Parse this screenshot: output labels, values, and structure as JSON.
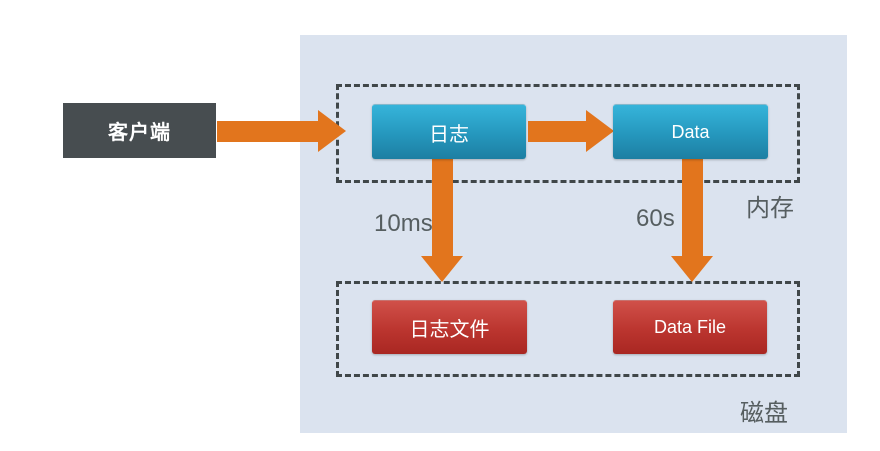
{
  "diagram": {
    "client": {
      "label": "客户端"
    },
    "memory_group": {
      "label": "内存",
      "log_box": {
        "label": "日志"
      },
      "data_box": {
        "label": "Data"
      }
    },
    "disk_group": {
      "label": "磁盘",
      "log_file_box": {
        "label": "日志文件"
      },
      "data_file_box": {
        "label": "Data File"
      }
    },
    "arrows": {
      "client_to_log": {
        "label": ""
      },
      "log_to_data": {
        "label": ""
      },
      "log_to_log_file": {
        "label": "10ms"
      },
      "data_to_data_file": {
        "label": "60s"
      }
    },
    "colors": {
      "background": "#ffffff",
      "panel_background": "#dbe3ef",
      "client_box": "#474d50",
      "arrow": "#e2751d",
      "memory_box_gradient_top": "#36b4da",
      "memory_box_gradient_bottom": "#1d7fa2",
      "disk_box_gradient_top": "#d05049",
      "disk_box_gradient_bottom": "#a92722",
      "dashed_border": "#404749",
      "annotation_text": "#565e60",
      "box_text": "#ffffff"
    }
  }
}
